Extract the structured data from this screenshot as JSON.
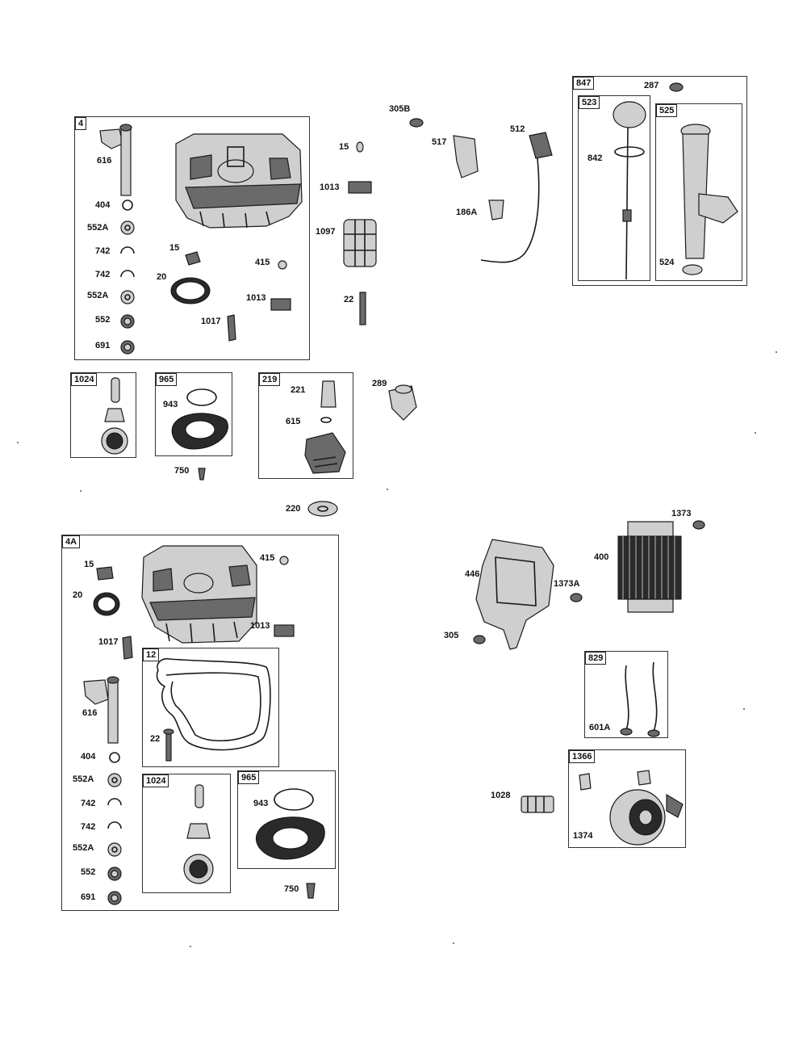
{
  "boxes": {
    "b4": "4",
    "b4A": "4A",
    "b1024a": "1024",
    "b965a": "965",
    "b219": "219",
    "b847": "847",
    "b523": "523",
    "b525": "525",
    "b12": "12",
    "b1024b": "1024",
    "b965b": "965",
    "b829": "829",
    "b1366": "1366"
  },
  "labels": {
    "l616a": "616",
    "l404a": "404",
    "l552Aa": "552A",
    "l742a": "742",
    "l742b": "742",
    "l552Ab": "552A",
    "l552a": "552",
    "l691a": "691",
    "l15a": "15",
    "l20a": "20",
    "l1017a": "1017",
    "l1013a": "1013",
    "l415a": "415",
    "l15b": "15",
    "l1013b": "1013",
    "l1097": "1097",
    "l22a": "22",
    "l305B": "305B",
    "l517": "517",
    "l512": "512",
    "l186A": "186A",
    "l287": "287",
    "l842": "842",
    "l524": "524",
    "l943a": "943",
    "l750a": "750",
    "l221": "221",
    "l615": "615",
    "l289": "289",
    "l220": "220",
    "l15c": "15",
    "l20b": "20",
    "l415b": "415",
    "l1017b": "1017",
    "l1013c": "1013",
    "l616b": "616",
    "l404b": "404",
    "l552Ac": "552A",
    "l742c": "742",
    "l742d": "742",
    "l552Ad": "552A",
    "l552b": "552",
    "l691b": "691",
    "l22b": "22",
    "l943b": "943",
    "l750b": "750",
    "l1373": "1373",
    "l400": "400",
    "l446": "446",
    "l1373A": "1373A",
    "l305": "305",
    "l601A": "601A",
    "l1028": "1028",
    "l1374": "1374"
  }
}
